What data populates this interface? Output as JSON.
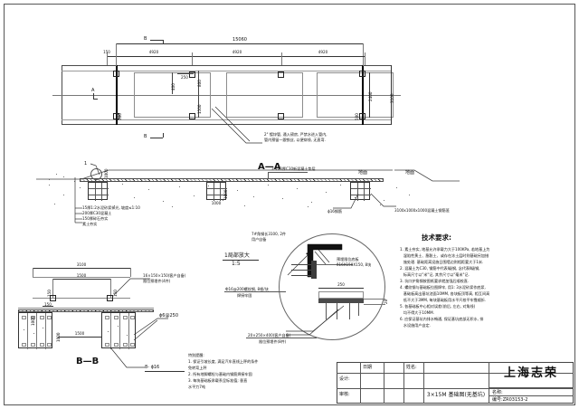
{
  "sheet": {
    "title_main": "上海志荣",
    "drawing_title": "3×15M 基础图(无基坑)",
    "name_label": "名称:",
    "code_label": "编号:",
    "code_value": "ZR03153-2",
    "col_date": "日期",
    "col_name": "姓名:",
    "row_design": "设计:",
    "row_review": "审核:"
  },
  "plan": {
    "overall_length": "15060",
    "seg_left": "150",
    "seg_a": "4920",
    "seg_b": "4920",
    "seg_c": "4920",
    "dim_400": "400",
    "dim_250": "250",
    "dim_800": "800",
    "dim_1500": "1500",
    "dim_2400": "2400",
    "dim_3100": "3100",
    "dim_500_left": "500",
    "dim_500_right": "500",
    "section_a_label": "A",
    "section_b_label_top": "B",
    "section_b_label_bottom": "B",
    "pipe_note_line1": "2\" 镀锌管, 通入磅房, 严禁水进入管内,",
    "pipe_note_line2": "管内预留一跟铁丝, 以便穿线, 无直弯."
  },
  "section_aa": {
    "title": "A—A",
    "note_cushion": "3-100厚C30新混凝土垫层",
    "note_ground": "地面",
    "note_ground2": "地面",
    "note_rebar": "ɸ16钢筋",
    "note_cage": "3100x1000x1000混凝土钢筋笼",
    "ground_notes": [
      "15厚1:2水泥砂浆抹光, 坡度≤1:10",
      "200厚C30混凝土",
      "150厚碎石夯实",
      "素土夯实"
    ],
    "dim_1000_a": "1000",
    "dim_1000_b": "1000",
    "dim_1000_c": "1000",
    "mark_1": "1"
  },
  "section_bb": {
    "title": "B—B",
    "dim_3100": "3100",
    "dim_1500_top": "1500",
    "dim_1500_bottom": "1500",
    "dim_150_left": "150",
    "dim_150_a": "150",
    "dim_150_b": "150",
    "dim_1000": "1000",
    "dim_1000_v": "1000",
    "note_embed_1": "16×150×150(客户自备)",
    "note_embed_2": "限位预埋件(4件)",
    "note_stirrup": "ɸ6@250",
    "note_bolts": "8- ɸ16"
  },
  "detail": {
    "title": "1局部放大",
    "scale": "1:5",
    "note_angle_1": "7#角钢长3100, 2件",
    "note_angle_2": "用户自备",
    "note_plate_1": "预埋限位底板",
    "note_plate_2": "δ16X150X150, 8块",
    "note_rebar_1": "Ф16@200螺纹钢, 8根/块",
    "note_rebar_2": "焊接牢固",
    "note_embed_1": "20×250×400(客户自备)",
    "note_embed_2": "限位预埋件(8件)",
    "dim_250": "250",
    "dim_20": "20"
  },
  "tech": {
    "heading": "技术要求:",
    "items": [
      "1. 素土夯实, 地基允许承载力大于100KPa, 若地基上为",
      "   湿陷性黄土、膨胀土、或存在冻土层时则基础另加措",
      "   施处理. 基础距离设施日围墙边则相距要大于1米.",
      "2. 混凝土为C30, 钢筋中代表Ⅰ级钢, 念代表Ⅱ级钢,",
      "   标高尺寸以\"米\"记, 其余尺寸以\"毫米\"记.",
      "3. 坑口护角钢按图纸要求就加强后顺校直.",
      "4. 螺纹钢与基础板拉图焊牢, 用1: 3水泥砂浆作底浆,",
      "   基础板高出基坑池面10MM, 各块板顶等高, 相互间高",
      "   低不大于3MM, 每块基础板用水平尺校平牢靠顺折.",
      "5. 各基础板中心相对误差(前后, 左右, 对角线)",
      "   均不得大于10MM.",
      "6. 应保证基坑内排水畅通, 保证基坑底部无积水, 排",
      "   水设施用户自定."
    ]
  },
  "reminder": {
    "heading": "特别提醒:",
    "items": [
      "1. 保证引坡长度, 满足汽车直线上秤的条件",
      "免转弯上秤",
      "2. 所有地脚螺栓与基础内钢筋焊接牢固",
      "3. 每块基础板承载系呈标准值; 垂直",
      "水平力7吨"
    ]
  }
}
